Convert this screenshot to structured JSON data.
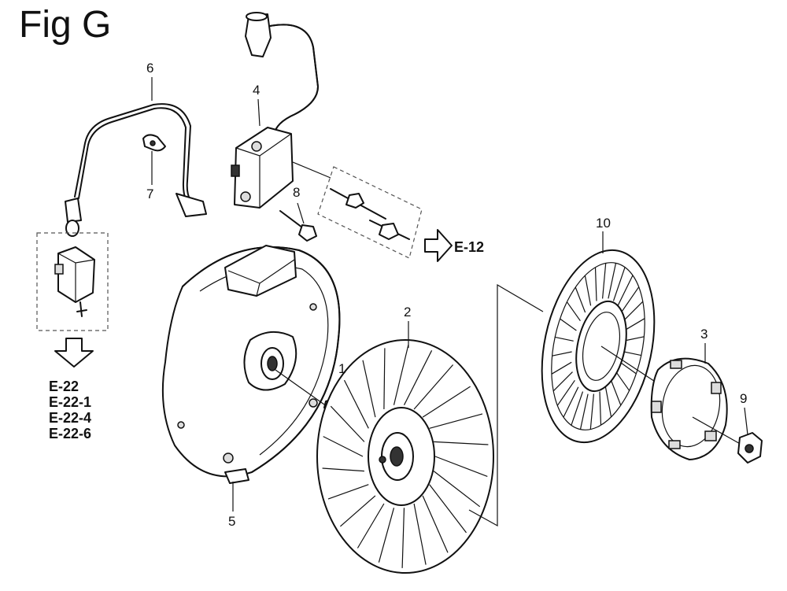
{
  "figure_title": "Fig G",
  "callouts": {
    "p1": "1",
    "p2": "2",
    "p3": "3",
    "p4": "4",
    "p5": "5",
    "p6": "6",
    "p7": "7",
    "p8": "8",
    "p9": "9",
    "p10": "10"
  },
  "references": {
    "e12": "E-12",
    "e_list": [
      "E-22",
      "E-22-1",
      "E-22-4",
      "E-22-6"
    ]
  }
}
